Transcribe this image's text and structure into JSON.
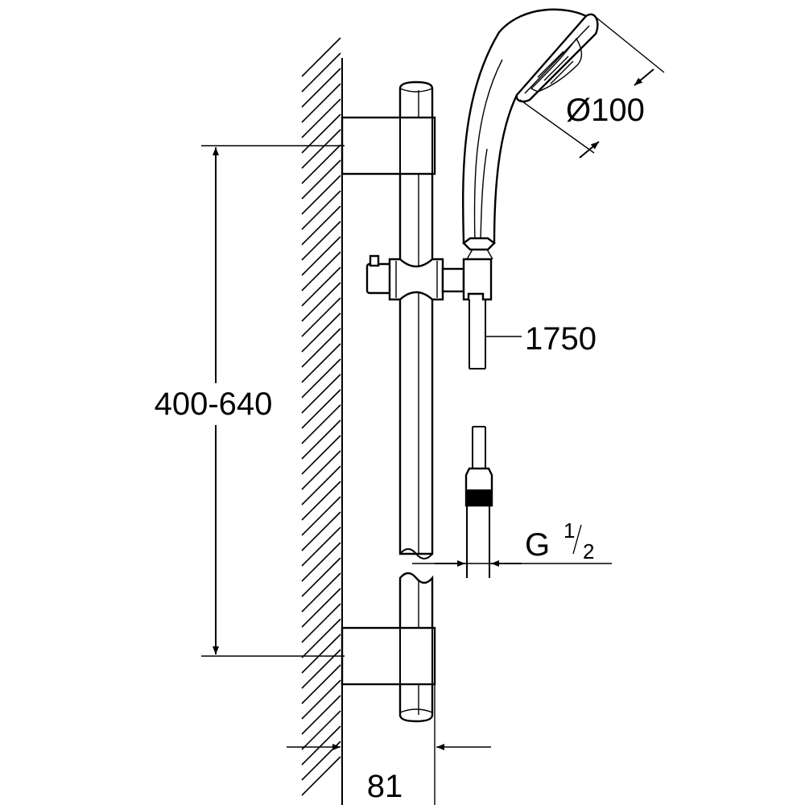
{
  "dimensions": {
    "bracket_spacing": "400-640",
    "head_diameter": "Ø100",
    "hose_length": "1750",
    "thread": {
      "base": "G ",
      "num": "1",
      "den": "2"
    },
    "wall_offset": "81"
  }
}
